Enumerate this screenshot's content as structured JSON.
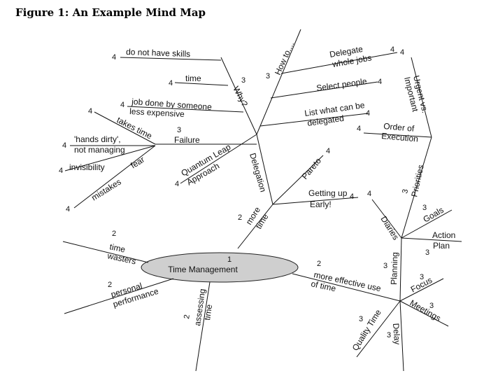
{
  "figure_caption": "Figure 1: An Example Mind Map",
  "center": {
    "label": "Time Management",
    "level": "1"
  },
  "branches": {
    "delegation": {
      "label": "Delegation",
      "why": {
        "label": "Why?",
        "level": "3",
        "do_not_have_skills": "do not have skills",
        "do_not_have_skills_level": "4",
        "time": "time",
        "time_level": "4",
        "job_done_line1": "job done by someone",
        "job_done_line2": "less expensive",
        "job_done_level": "4"
      },
      "failure": {
        "label": "Failure",
        "level": "3",
        "takes_time": "takes time",
        "takes_time_level": "4",
        "hands_dirty_line1": "'hands dirty',",
        "hands_dirty_line2": "not managing",
        "hands_dirty_level": "4",
        "invisibility": "invisibility",
        "invisibility_level": "4",
        "fear": "fear",
        "mistakes": "mistakes",
        "mistakes_level": "4"
      },
      "quantum_leap": {
        "line1": "Quantum Leap",
        "line2": "Approach",
        "level": "4"
      },
      "how_to": {
        "label": "How to....",
        "level": "3",
        "delegate_line1": "Delegate",
        "delegate_line2": "whole jobs",
        "delegate_level": "4",
        "select_people": "Select people",
        "select_people_level": "4",
        "list_line1": "List what can be",
        "list_line2": "delegated",
        "list_level": "4"
      }
    },
    "more_time": {
      "line1": "more",
      "line2": "time",
      "level": "2",
      "pareto": "Pareto",
      "pareto_level": "4",
      "getting_up_line1": "Getting up",
      "getting_up_line2": "Early!",
      "getting_up_level": "4"
    },
    "time_wasters": {
      "line1": "time",
      "line2": "wasters",
      "level": "2"
    },
    "personal_performance": {
      "line1": "personal",
      "line2": "performance",
      "level": "2"
    },
    "assessing_time": {
      "line1": "assessing",
      "line2": "time",
      "level": "2"
    },
    "more_effective": {
      "line1": "more effective use",
      "line2": "of time",
      "level": "2",
      "planning": {
        "label": "Planning",
        "level": "3",
        "diaries": "Diaries",
        "diaries_level": "4",
        "priorities": "Priorities",
        "priorities_level": "3",
        "urgent_line1": "Urgent vs.",
        "urgent_line2": "Important",
        "urgent_level": "4",
        "order_line1": "Order of",
        "order_line2": "Execution",
        "order_level": "4",
        "goals": "Goals",
        "goals_level": "3",
        "action_line1": "Action",
        "action_line2": "Plan",
        "action_level": "3"
      },
      "focus": "Focus",
      "focus_level": "3",
      "meetings": "Meetings",
      "meetings_level": "3",
      "delay": "Delay",
      "delay_level": "3",
      "quality_time": "Quality Time",
      "quality_time_level": "3"
    }
  }
}
